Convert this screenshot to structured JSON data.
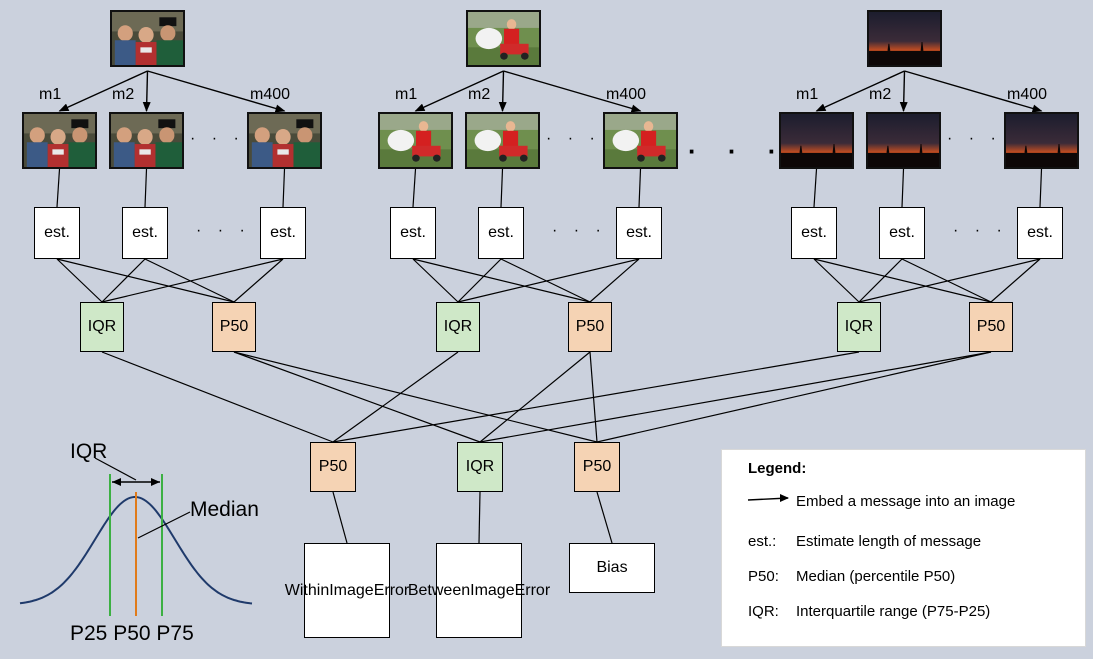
{
  "background_color": "#cbd1dd",
  "colors": {
    "iqr_fill": "#cfe8c8",
    "p50_fill": "#f5d3b4",
    "curve": "#1f3a6b",
    "quartile_line": "#3cb043",
    "median_line": "#e07b1a"
  },
  "message_labels": {
    "first": "m1",
    "second": "m2",
    "last": "m400"
  },
  "node_labels": {
    "estimate": "est.",
    "iqr": "IQR",
    "median": "P50"
  },
  "ellipsis": "· · ·",
  "big_ellipsis": "· · ·",
  "outputs": {
    "within": [
      "Within",
      "Image",
      "Error"
    ],
    "between": [
      "Between",
      "Image",
      "Error"
    ],
    "bias": "Bias"
  },
  "legend": {
    "title": "Legend:",
    "arrow_text": "Embed a message into an image",
    "items": [
      {
        "key": "est.:",
        "text": "Estimate length of message"
      },
      {
        "key": "P50:",
        "text": "Median (percentile P50)"
      },
      {
        "key": "IQR:",
        "text": "Interquartile range (P75-P25)"
      }
    ]
  },
  "inset": {
    "iqr_label": "IQR",
    "median_label": "Median",
    "percentiles": "P25 P50 P75"
  },
  "images": [
    "photo-of-boys",
    "photo-of-child-on-toy-car",
    "photo-of-sunset"
  ]
}
